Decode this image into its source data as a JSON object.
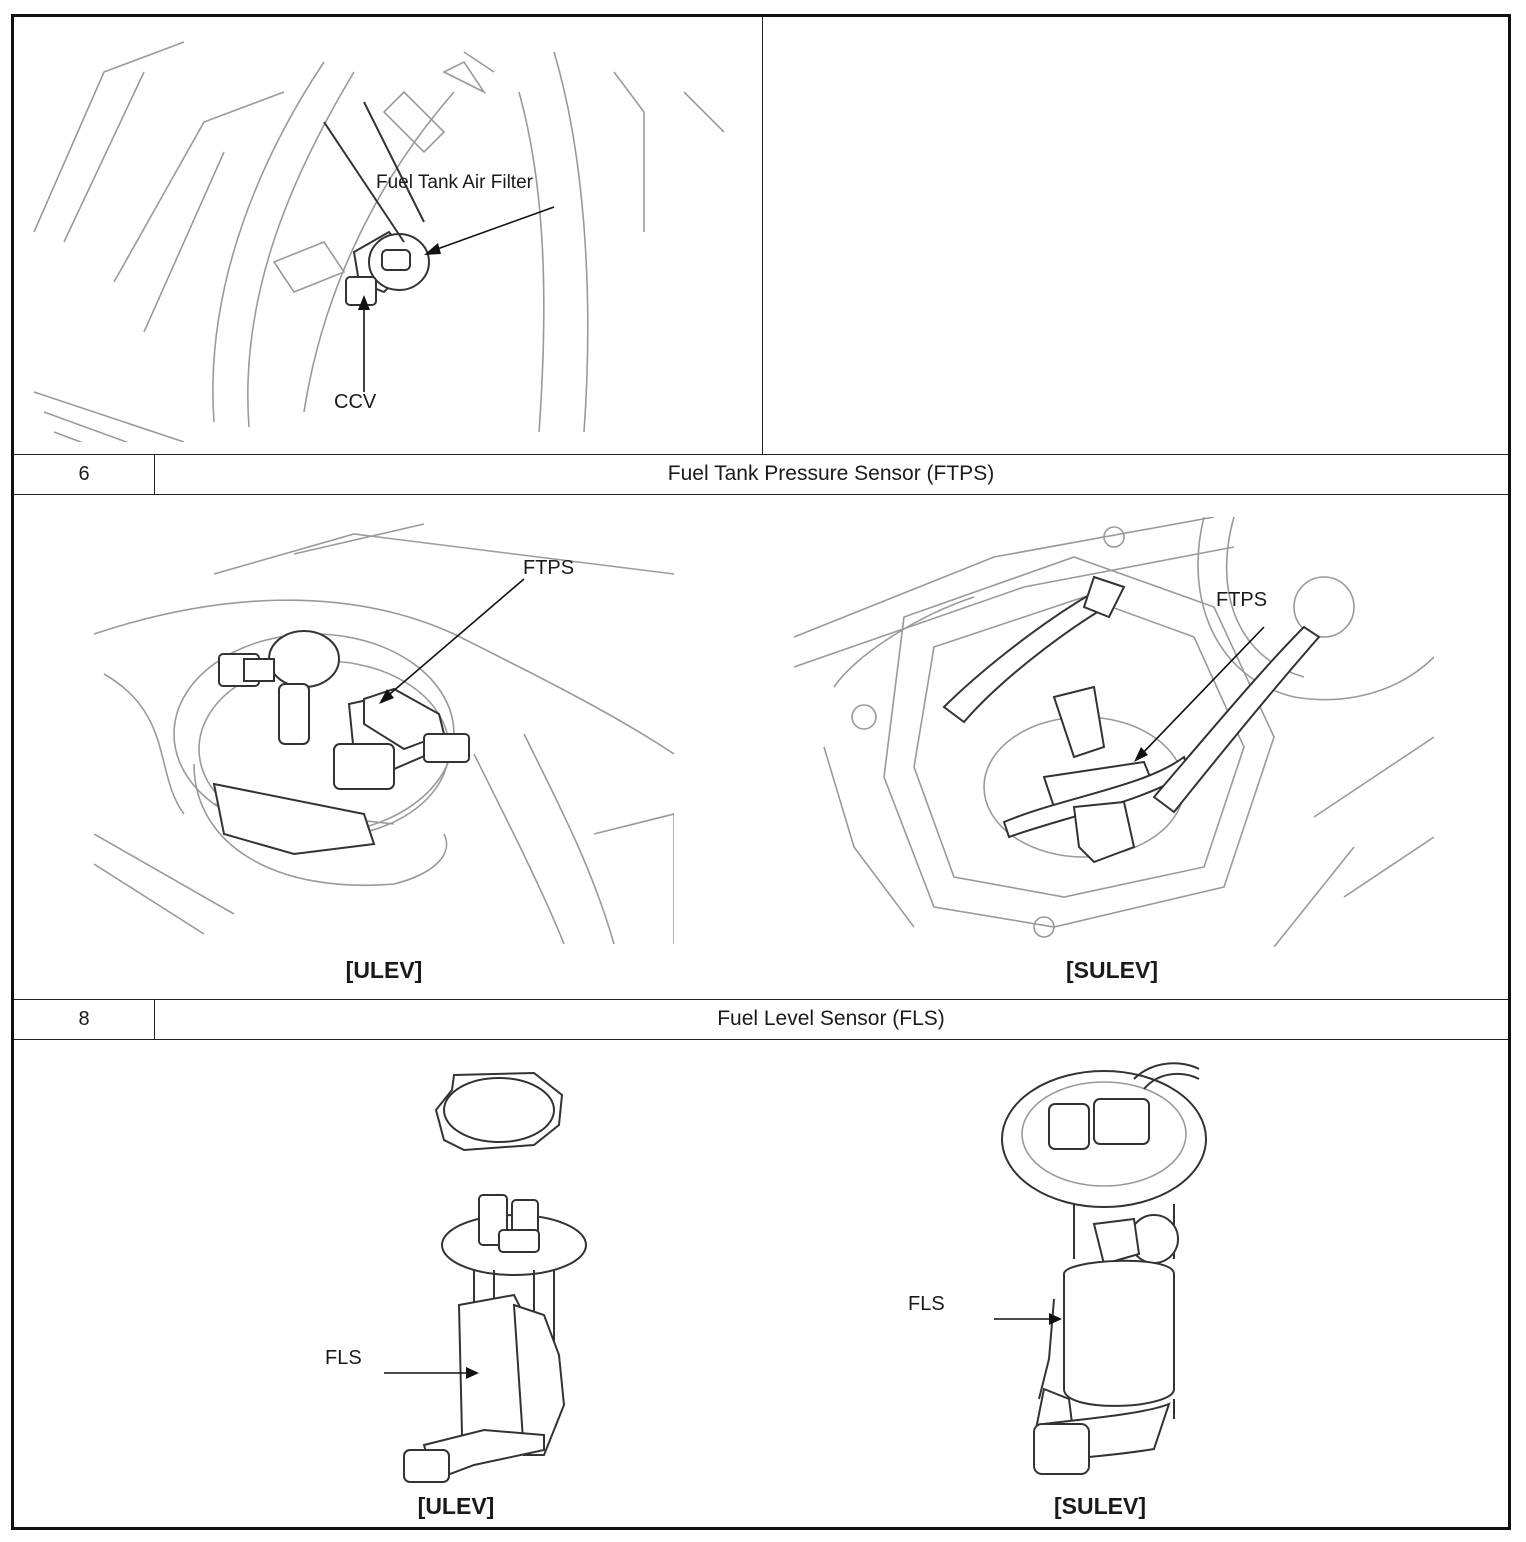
{
  "top_panel": {
    "labels": {
      "air_filter": "Fuel Tank Air Filter",
      "ccv": "CCV"
    }
  },
  "section_6": {
    "number": "6",
    "title": "Fuel Tank Pressure Sensor (FTPS)",
    "left": {
      "callout": "FTPS",
      "caption": "[ULEV]"
    },
    "right": {
      "callout": "FTPS",
      "caption": "[SULEV]"
    }
  },
  "section_8": {
    "number": "8",
    "title": "Fuel Level Sensor (FLS)",
    "left": {
      "callout": "FLS",
      "caption": "[ULEV]"
    },
    "right": {
      "callout": "FLS",
      "caption": "[SULEV]"
    }
  }
}
